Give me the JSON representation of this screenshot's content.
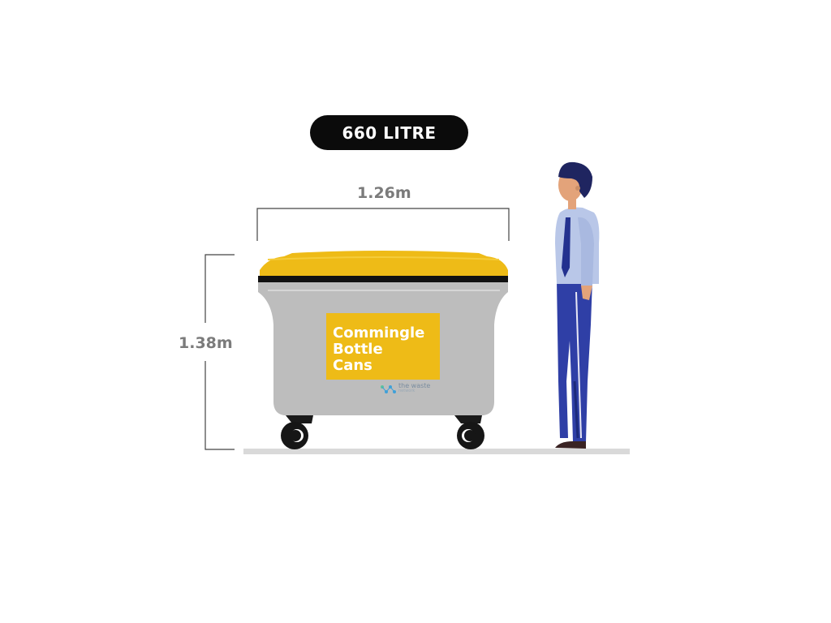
{
  "capacity": "660 LITRE",
  "dimensions": {
    "width": "1.26m",
    "height": "1.38m"
  },
  "bin": {
    "label_lines": [
      "Commingle",
      "Bottle",
      "Cans"
    ]
  },
  "brand": {
    "name": "the waste",
    "sub": "network"
  },
  "colors": {
    "lid": "#eebb17",
    "body": "#bdbdbd",
    "pill": "#0b0b0b",
    "dimension_text": "#7b7b7b"
  },
  "icons": {
    "brand_logo": "network-dots-logo",
    "person": "person-illustration",
    "bin": "wheelie-bin-illustration"
  }
}
